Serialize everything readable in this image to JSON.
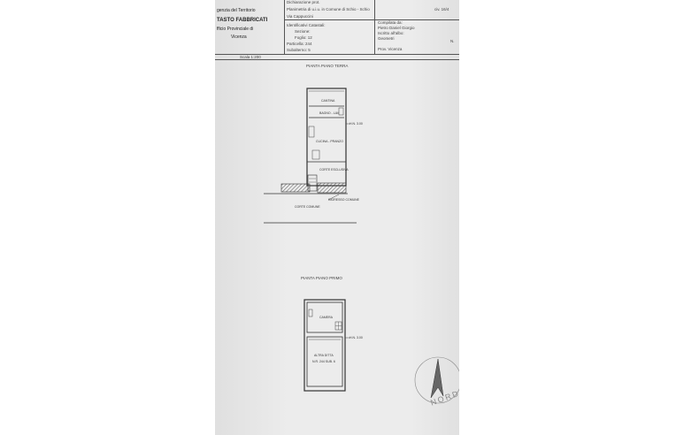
{
  "header": {
    "agency_line1": "genzia del Territorio",
    "agency_line2": "TASTO FABBRICATI",
    "agency_line3": "fficio Provinciale di",
    "agency_city": "Vicenza",
    "scale_label": "Scala 1:200",
    "doc_line1": "Dichiarazione prot.",
    "doc_line2": "Planimetria di u.i.u. in Comune di Schio - Schio",
    "doc_line3": "Via Cappuccini",
    "doc_ref": "civ. 16/4",
    "cadastral_title": "Identificativi Catastali:",
    "cadastral_section": "Sezione:",
    "cadastral_sheet": "Foglio: 12",
    "cadastral_parcel": "Particella: 244",
    "cadastral_sub": "Subalterno: 5",
    "compiled_by": "Compilata da:",
    "compiler_name": "Pietro Daniel Giorgio",
    "registered_at": "Iscritto all'albo:",
    "registered_role": "Geometri",
    "province": "Prov. Vicenza",
    "n_label": "N."
  },
  "ground_floor": {
    "title": "PIANTA PIANO TERRA",
    "rooms": [
      "CANTINA",
      "BAGNO - LAV",
      "CUCINA - PRANZO",
      "CORTE ESCLUSIVA"
    ],
    "height_label": "H.N. 3.00",
    "street_label": "CORTE COMUNE",
    "stair_label": "INGRESSO COMUNE"
  },
  "first_floor": {
    "title": "PIANTA PIANO PRIMO",
    "rooms": [
      "CAMERA",
      "ALTRA DITTA",
      "N.R. 244 SUB. 6"
    ],
    "height_label": "H.N. 3.00"
  },
  "north_label": "NORD"
}
